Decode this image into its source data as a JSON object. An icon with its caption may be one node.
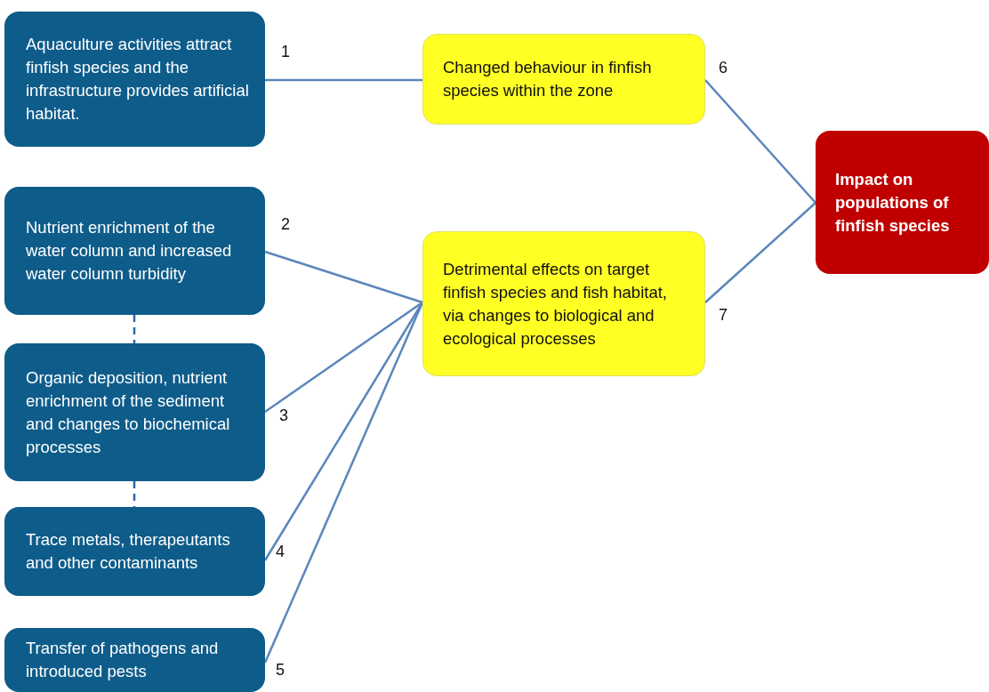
{
  "diagram": {
    "nodes": [
      {
        "text": [
          "Aquaculture activities attract finfish species and the infrastructure provides artificial habitat."
        ]
      },
      {
        "text": [
          "Nutrient enrichment of the water column and increased water column turbidity"
        ]
      },
      {
        "text": [
          "Organic deposition, nutrient enrichment of the sediment and changes to biochemical processes"
        ]
      },
      {
        "text": [
          "Trace metals, therapeutants and other contaminants"
        ]
      },
      {
        "text": [
          "Transfer of pathogens and introduced pests"
        ]
      },
      {
        "text": [
          "Changed behaviour in finfish species within the zone"
        ]
      },
      {
        "text": [
          "Detrimental effects on target finfish species and fish habitat, via changes to biological and ecological processes"
        ]
      },
      {
        "text": [
          "Impact on populations of finfish species"
        ]
      }
    ],
    "edges": [
      {
        "from": 0,
        "to": 5,
        "arrow": "none"
      },
      {
        "from": 1,
        "to": 6,
        "arrow": "none"
      },
      {
        "from": 2,
        "to": 6,
        "arrow": "none"
      },
      {
        "from": 3,
        "to": 6,
        "arrow": "none"
      },
      {
        "from": 4,
        "to": 6,
        "arrow": "none"
      },
      {
        "from": 5,
        "to": 7,
        "arrow": "none"
      },
      {
        "from": 6,
        "to": 7,
        "arrow": "none"
      },
      {
        "from": 1,
        "to": 2,
        "arrow": "none",
        "style": "dashed"
      },
      {
        "from": 2,
        "to": 3,
        "arrow": "none",
        "style": "dashed"
      }
    ],
    "labels": [
      "1",
      "6",
      "2",
      "7",
      "3",
      "4",
      "5"
    ]
  }
}
